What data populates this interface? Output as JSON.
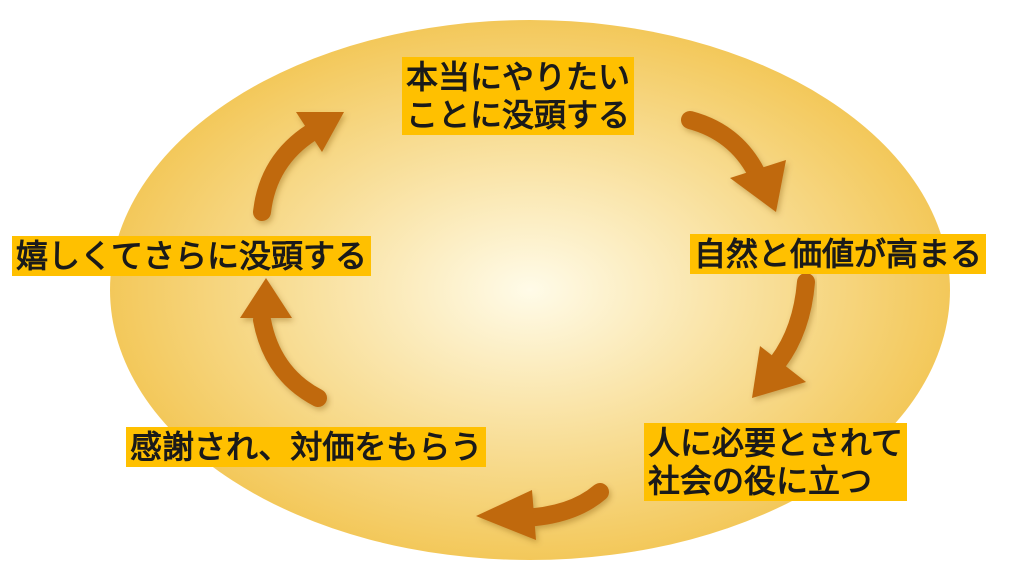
{
  "cycle": {
    "steps": [
      {
        "lines": [
          "本当にやりたい",
          "ことに没頭する"
        ]
      },
      {
        "lines": [
          "自然と価値が高まる"
        ]
      },
      {
        "lines": [
          "人に必要とされて",
          "社会の役に立つ"
        ]
      },
      {
        "lines": [
          "感謝され、対価をもらう"
        ]
      },
      {
        "lines": [
          "嬉しくてさらに没頭する"
        ]
      }
    ]
  },
  "colors": {
    "ellipse_center": "#fffbe8",
    "ellipse_edge": "#f3c85a",
    "arrow": "#c0690e",
    "label_bg": "#ffc000",
    "text": "#1a1a1a"
  }
}
